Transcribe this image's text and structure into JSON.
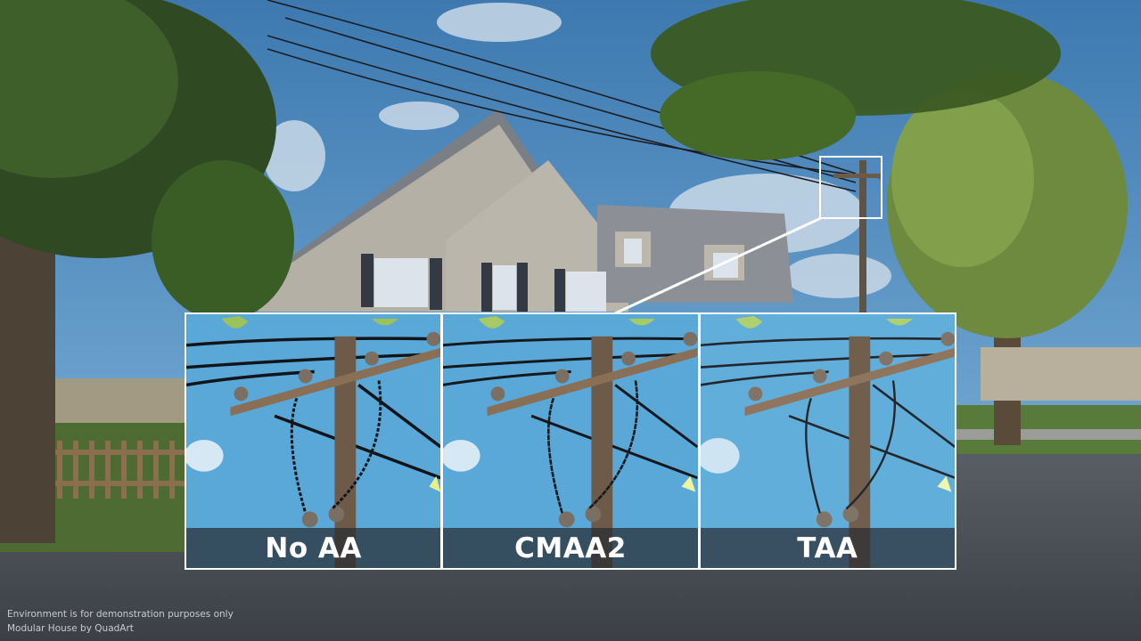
{
  "comparison": {
    "panels": [
      {
        "label": "No AA"
      },
      {
        "label": "CMAA2"
      },
      {
        "label": "TAA"
      }
    ]
  },
  "footer": {
    "line1": "Environment is for demonstration purposes only",
    "line2": "Modular House by QuadArt"
  },
  "colors": {
    "sky": "#4f8fc6",
    "panel_sky": "#5aa8d8",
    "label_bar": "#2d3237",
    "frame": "#ffffff"
  }
}
